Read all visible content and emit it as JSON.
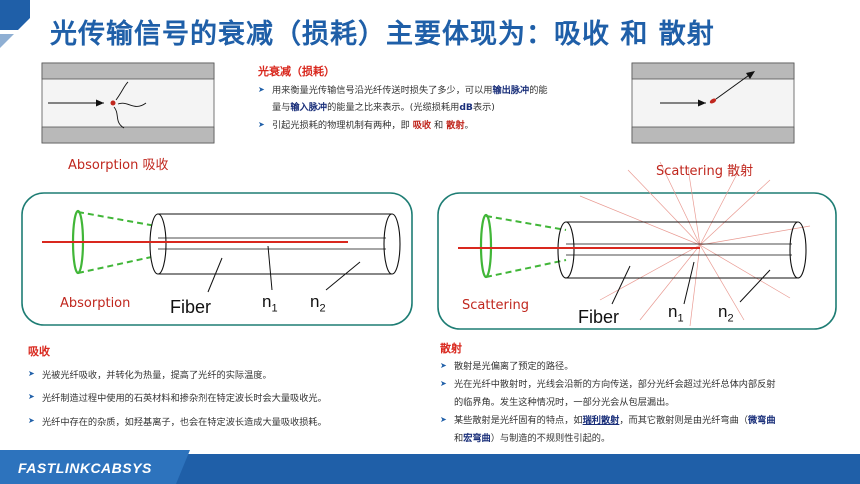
{
  "title": "光传输信号的衰减（损耗）主要体现为：吸收 和 散射",
  "attenuation": {
    "heading": "光衰减（损耗）",
    "bullet1_a": "用来衡量光传输信号沿光纤传送时损失了多少，可以用",
    "bullet1_b": "输出脉冲",
    "bullet1_c": "的能",
    "bullet1_d": "量与",
    "bullet1_e": "输入脉冲",
    "bullet1_f": "的能量之比来表示。(光缆损耗用",
    "bullet1_g": "dB",
    "bullet1_h": "表示)",
    "bullet2_a": "引起光损耗的物理机制有两种，即",
    "bullet2_b": "吸收",
    "bullet2_c": "和",
    "bullet2_d": "散射",
    "bullet2_e": "。"
  },
  "left_diagram": {
    "caption": "Absorption 吸收",
    "label": "Absorption",
    "fiber": "Fiber",
    "n1": "n",
    "n1_sub": "1",
    "n2": "n",
    "n2_sub": "2"
  },
  "right_diagram": {
    "caption": "Scattering 散射",
    "label": "Scattering",
    "fiber": "Fiber",
    "n1": "n",
    "n1_sub": "1",
    "n2": "n",
    "n2_sub": "2"
  },
  "absorption": {
    "heading": "吸收",
    "items": [
      "光被光纤吸收，并转化为热量，提高了光纤的实际温度。",
      "光纤制造过程中使用的石英材料和掺杂剂在特定波长时会大量吸收光。",
      "光纤中存在的杂质，如羟基离子，也会在特定波长造成大量吸收损耗。"
    ]
  },
  "scattering": {
    "heading": "散射",
    "item1": "散射是光偏离了预定的路径。",
    "item2a": "光在光纤中散射时，光线会沿新的方向传送，部分光纤会超过光纤总体内部反射",
    "item2b": "的临界角。发生这种情况时，一部分光会从包层漏出。",
    "item3_a": "某些散射是光纤固有的特点，如",
    "item3_b": "瑞利散射",
    "item3_c": "，而其它散射则是由光纤弯曲（",
    "item3_d": "微弯曲",
    "item3_e": "和",
    "item3_f": "宏弯曲",
    "item3_g": "）与制造的不规则性引起的。"
  },
  "footer": {
    "brand": "FASTLINKCABSYS"
  },
  "colors": {
    "title": "#1f5fa8",
    "accent_red": "#d9281e",
    "panel_border": "#1e7d74",
    "footer": "#1f5fa8"
  }
}
